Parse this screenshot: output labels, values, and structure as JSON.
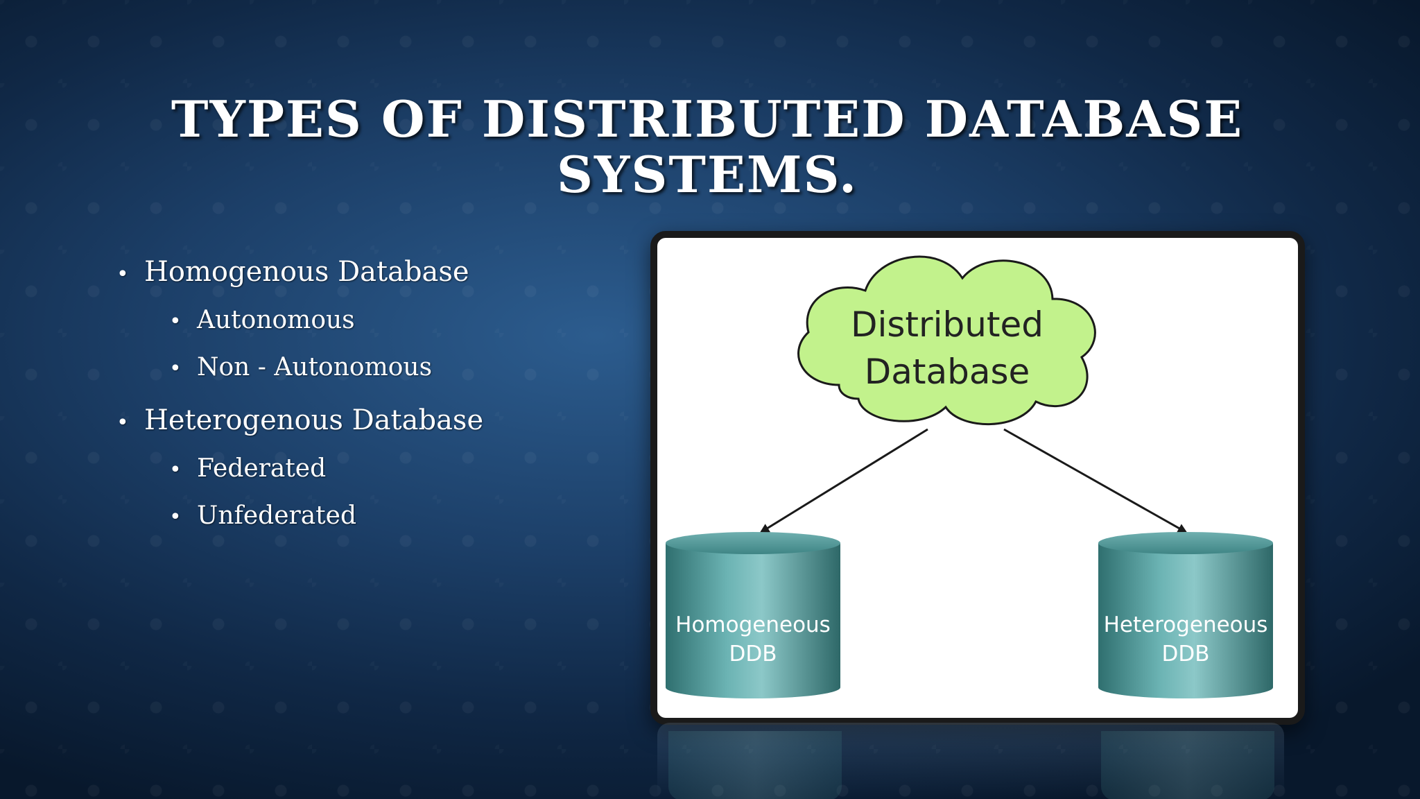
{
  "slide": {
    "title_line1": "TYPES OF DISTRIBUTED DATABASE",
    "title_line2": "SYSTEMS."
  },
  "bullets": [
    {
      "label": "Homogenous Database",
      "children": [
        "Autonomous",
        "Non - Autonomous"
      ]
    },
    {
      "label": "Heterogenous Database",
      "children": [
        "Federated",
        "Unfederated"
      ]
    }
  ],
  "diagram": {
    "cloud_line1": "Distributed",
    "cloud_line2": "Database",
    "left_db_line1": "Homogeneous",
    "left_db_line2": "DDB",
    "right_db_line1": "Heterogeneous",
    "right_db_line2": "DDB",
    "colors": {
      "cloud_fill": "#c2f28c",
      "cylinder": "#4f9b9b",
      "arrow": "#1a1a1a"
    }
  }
}
